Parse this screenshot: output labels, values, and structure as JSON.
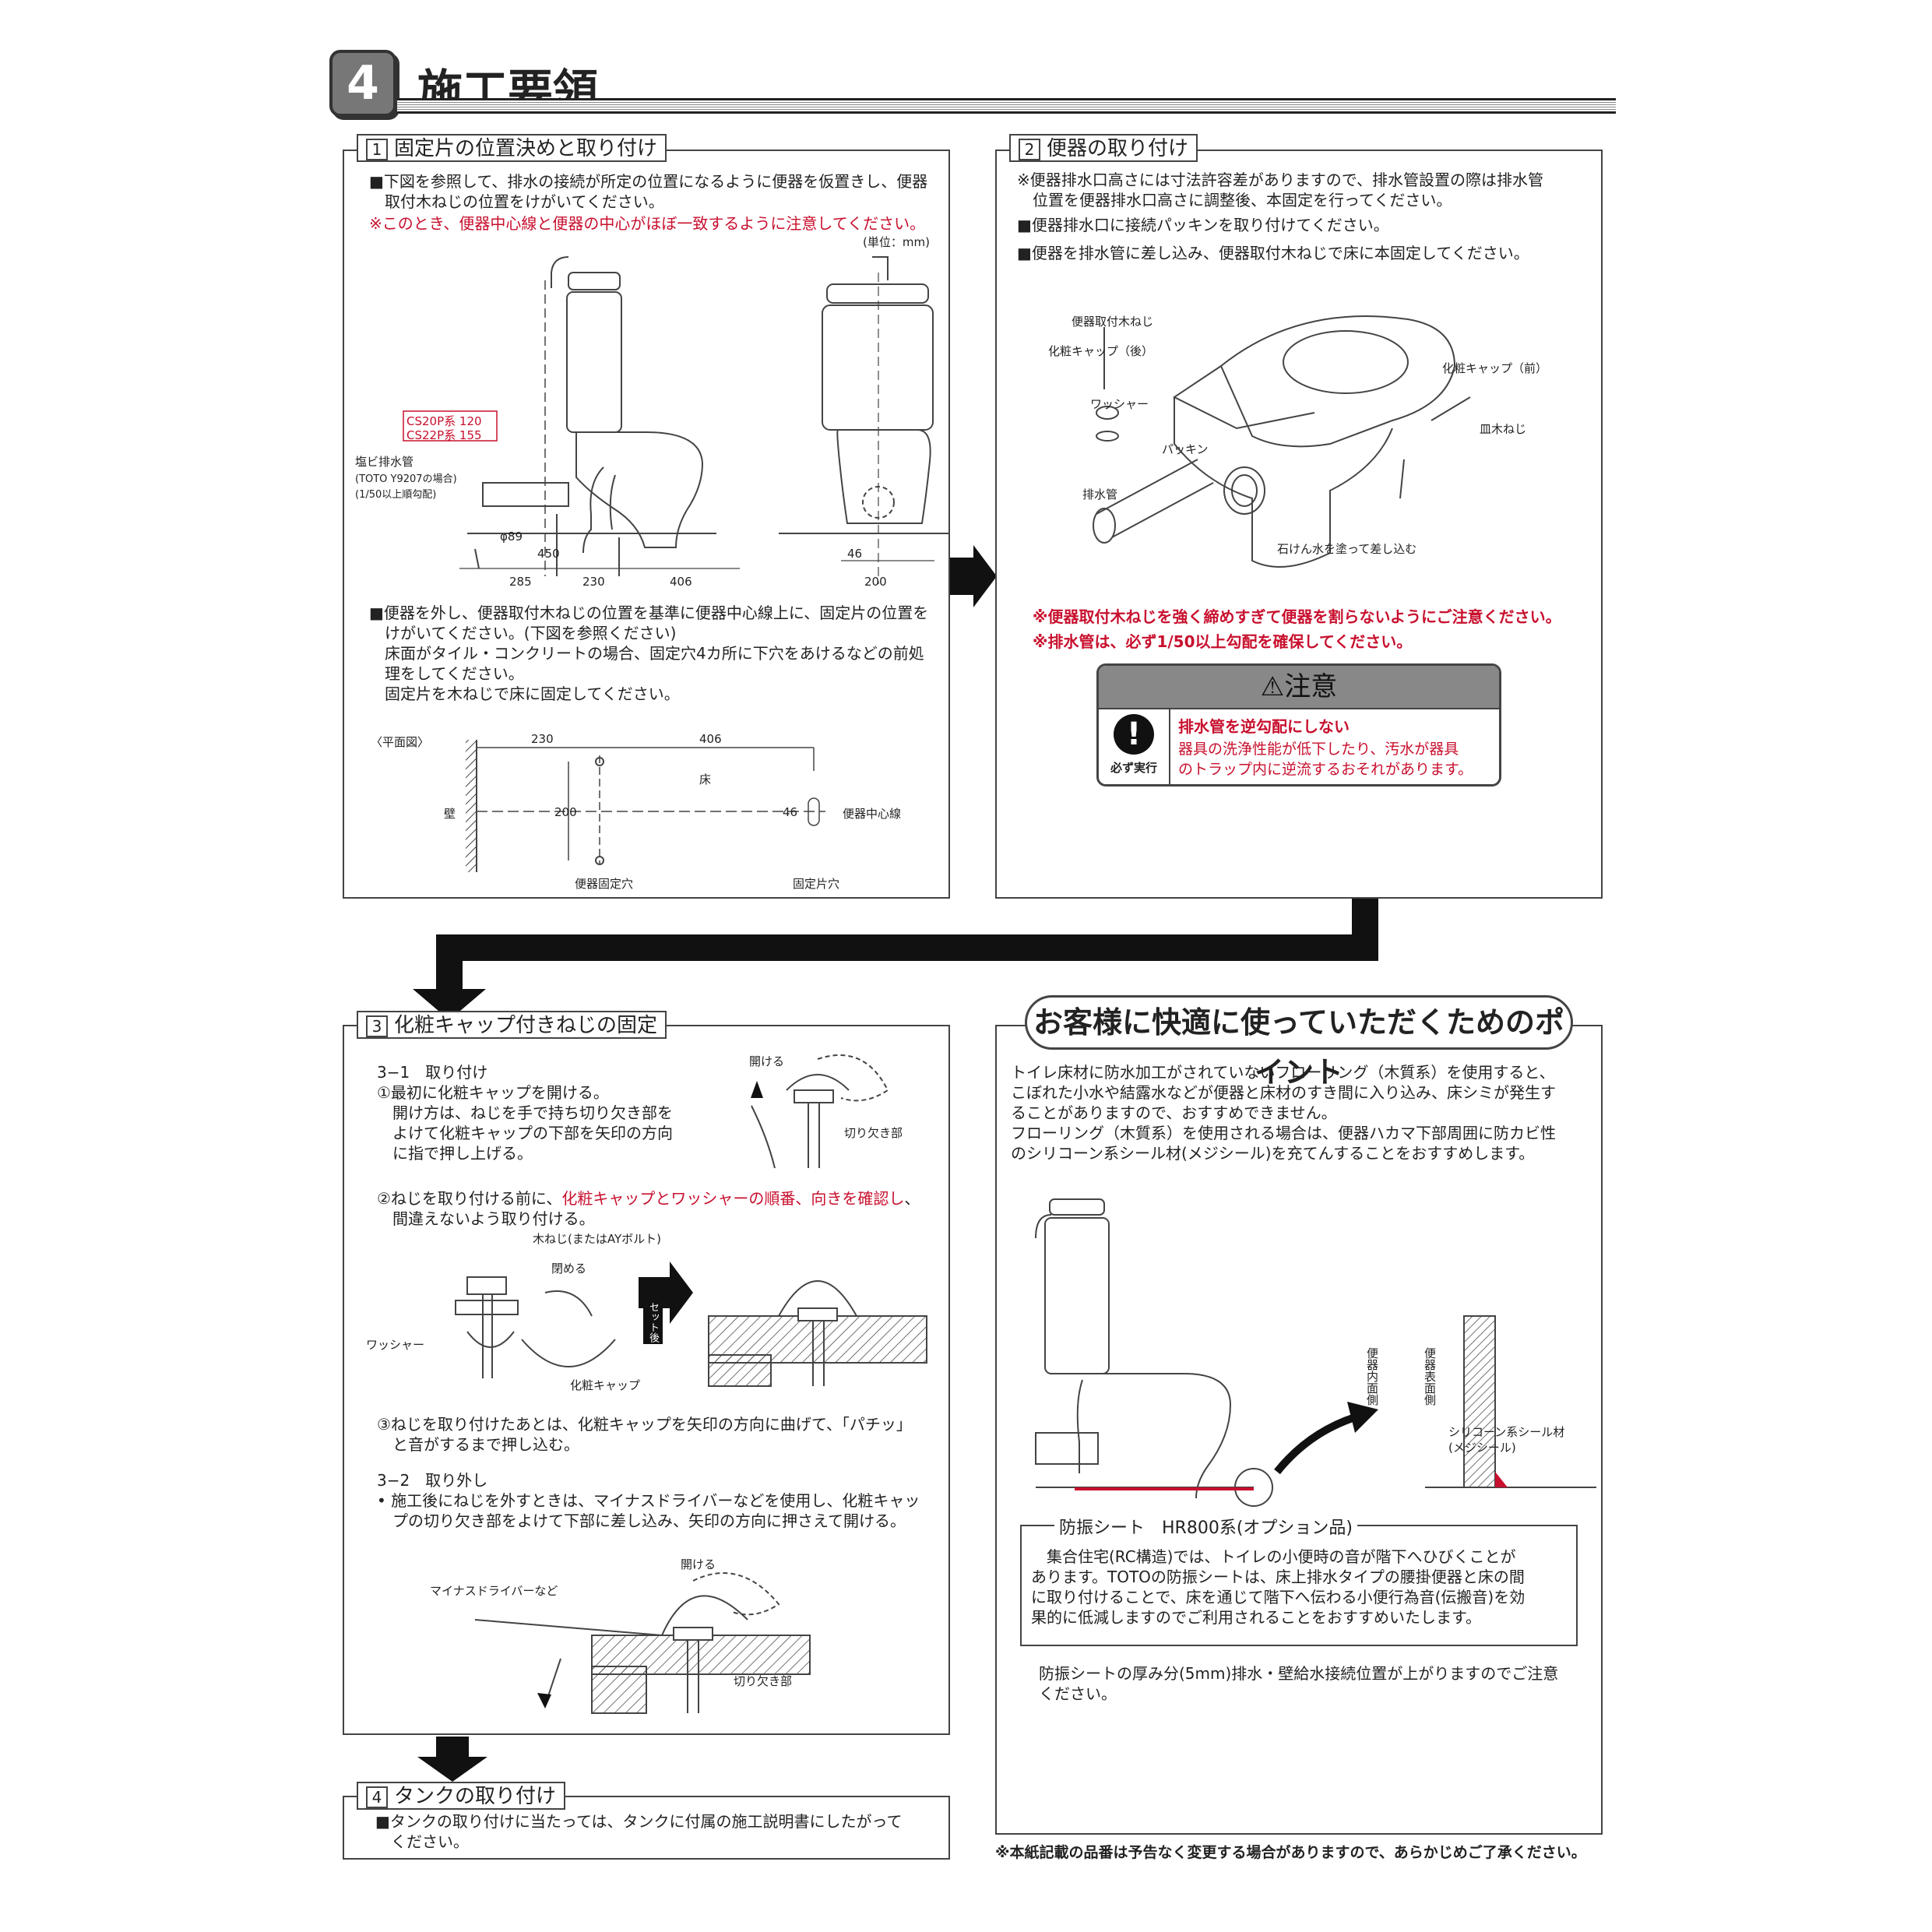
{
  "header": {
    "step_number": "4",
    "title": "施工要領"
  },
  "s1": {
    "num": "1",
    "title": "固定片の位置決めと取り付け",
    "p1": [
      "■下図を参照して、排水の接続が所定の位置になるように便器を仮置きし、便器",
      "　取付木ねじの位置をけがいてください。"
    ],
    "note": "※このとき、便器中心線と便器の中心がほぼ一致するように注意してください。",
    "unit": "(単位：mm)",
    "cs_label_1": "CS20P系 120",
    "cs_label_2": "CS22P系 155",
    "pipe_label": "塩ビ排水管",
    "pipe_note_1": "(TOTO Y9207の場合)",
    "pipe_note_2": "(1/50以上順勾配)",
    "dim_phi": "φ89",
    "dim_450": "450",
    "dim_285": "285",
    "dim_230": "230",
    "dim_406": "406",
    "dim_46": "46",
    "dim_200": "200",
    "p2": [
      "■便器を外し、便器取付木ねじの位置を基準に便器中心線上に、固定片の位置を",
      "　けがいてください。(下図を参照ください)",
      "　床面がタイル・コンクリートの場合、固定穴4カ所に下穴をあけるなどの前処",
      "　理をしてください。",
      "　固定片を木ねじで床に固定してください。"
    ],
    "plan_label": "〈平面図〉",
    "plan_230": "230",
    "plan_406": "406",
    "plan_floor": "床",
    "plan_wall": "壁",
    "plan_200": "200",
    "plan_46": "46",
    "plan_center": "便器中心線",
    "plan_hole1": "便器固定穴",
    "plan_hole2": "固定片穴"
  },
  "s2": {
    "num": "2",
    "title": "便器の取り付け",
    "p1": [
      "※便器排水口高さには寸法許容差がありますので、排水管設置の際は排水管",
      "　位置を便器排水口高さに調整後、本固定を行ってください。"
    ],
    "p2": "■便器排水口に接続パッキンを取り付けてください。",
    "p3": "■便器を排水管に差し込み、便器取付木ねじで床に本固定してください。",
    "lbl_screw": "便器取付木ねじ",
    "lbl_cap_rear": "化粧キャップ（後）",
    "lbl_washer": "ワッシャー",
    "lbl_packing": "パッキン",
    "lbl_pipe": "排水管",
    "lbl_cap_front": "化粧キャップ（前）",
    "lbl_dish": "皿木ねじ",
    "lbl_soap": "石けん水を塗って差し込む",
    "warn1": "※便器取付木ねじを強く締めすぎて便器を割らないようにご注意ください。",
    "warn2": "※排水管は、必ず1/50以上勾配を確保してください。",
    "caution_title": "⚠注意",
    "caution_icon": "!",
    "caution_must": "必ず実行",
    "caution_head": "排水管を逆勾配にしない",
    "caution_body": [
      "器具の洗浄性能が低下したり、汚水が器具",
      "のトラップ内に逆流するおそれがあります。"
    ]
  },
  "s3": {
    "num": "3",
    "title": "化粧キャップ付きねじの固定",
    "sub1": "3−1　取り付け",
    "step1": [
      "①最初に化粧キャップを開ける。",
      "　開け方は、ねじを手で持ち切り欠き部を",
      "　よけて化粧キャップの下部を矢印の方向",
      "　に指で押し上げる。"
    ],
    "lbl_open": "開ける",
    "lbl_notch": "切り欠き部",
    "step2_a": "②ねじを取り付ける前に、",
    "step2_red": "化粧キャップとワッシャーの順番、向きを確認し",
    "step2_b": "、",
    "step2_c": "　間違えないよう取り付ける。",
    "lbl_wood": "木ねじ(またはAYボルト)",
    "lbl_close": "閉める",
    "lbl_washer": "ワッシャー",
    "lbl_cap": "化粧キャップ",
    "lbl_set": "セット後",
    "step3": [
      "③ねじを取り付けたあとは、化粧キャップを矢印の方向に曲げて、「パチッ」",
      "　と音がするまで押し込む。"
    ],
    "sub2": "3−2　取り外し",
    "remove": [
      "• 施工後にねじを外すときは、マイナスドライバーなどを使用し、化粧キャッ",
      "　プの切り欠き部をよけて下部に差し込み、矢印の方向に押さえて開ける。"
    ],
    "lbl_open2": "開ける",
    "lbl_driver": "マイナスドライバーなど",
    "lbl_notch2": "切り欠き部"
  },
  "s4": {
    "num": "4",
    "title": "タンクの取り付け",
    "text": [
      "■タンクの取り付けに当たっては、タンクに付属の施工説明書にしたがって",
      "　ください。"
    ]
  },
  "points": {
    "title": "お客様に快適に使っていただくためのポイント",
    "text": [
      "トイレ床材に防水加工がされていないフローリング（木質系）を使用すると、",
      "こぼれた小水や結露水などが便器と床材のすき間に入り込み、床シミが発生す",
      "ることがありますので、おすすめできません。",
      "フローリング（木質系）を使用される場合は、便器ハカマ下部周囲に防カビ性",
      "のシリコーン系シール材(メジシール)を充てんすることをおすすめします。"
    ],
    "lbl_inner": "便器内面側",
    "lbl_outer": "便器表面側",
    "lbl_seal_1": "シリコーン系シール材",
    "lbl_seal_2": "(メジシール)",
    "sheet_title": "防振シート　HR800系(オプション品)",
    "sheet_text": [
      "　集合住宅(RC構造)では、トイレの小便時の音が階下へひびくことが",
      "あります。TOTOの防振シートは、床上排水タイプの腰掛便器と床の間",
      "に取り付けることで、床を通じて階下へ伝わる小便行為音(伝搬音)を効",
      "果的に低減しますのでご利用されることをおすすめいたします。"
    ],
    "sheet_note": [
      "防振シートの厚み分(5mm)排水・壁給水接続位置が上がりますのでご注意",
      "ください。"
    ]
  },
  "footer": "※本紙記載の品番は予告なく変更する場合がありますので、あらかじめご了承ください。",
  "colors": {
    "accent_red": "#c8102e",
    "header_badge": "#777777",
    "caution_gray": "#888888"
  }
}
